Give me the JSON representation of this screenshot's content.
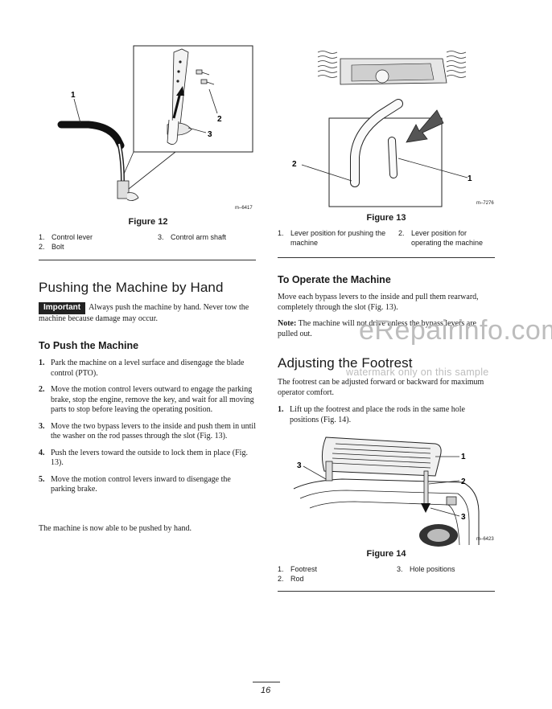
{
  "figure12": {
    "caption": "Figure 12",
    "ref": "m–6417",
    "callout_labels": [
      "1",
      "2",
      "3"
    ],
    "callouts": [
      {
        "num": "1.",
        "text": "Control lever"
      },
      {
        "num": "3.",
        "text": "Control arm shaft"
      },
      {
        "num": "2.",
        "text": "Bolt"
      }
    ]
  },
  "figure13": {
    "caption": "Figure 13",
    "ref": "m–7276",
    "callout_labels": [
      "2",
      "1"
    ],
    "callouts": [
      {
        "num": "1.",
        "text": "Lever position for pushing the machine"
      },
      {
        "num": "2.",
        "text": "Lever position for operating the machine"
      }
    ]
  },
  "figure14": {
    "caption": "Figure 14",
    "ref": "m–6423",
    "callout_labels": [
      "1",
      "2",
      "3",
      "3"
    ],
    "callouts": [
      {
        "num": "1.",
        "text": "Footrest"
      },
      {
        "num": "3.",
        "text": "Hole positions"
      },
      {
        "num": "2.",
        "text": "Rod"
      }
    ]
  },
  "left": {
    "section_title": "Pushing the Machine by Hand",
    "important_label": "Important",
    "important_text": "Always push the machine by hand. Never tow the machine because damage may occur.",
    "sub_title": "To Push the Machine",
    "steps": [
      {
        "n": "1.",
        "text": "Park the machine on a level surface and disengage the blade control (PTO)."
      },
      {
        "n": "2.",
        "text": "Move the motion control levers outward to engage the parking brake, stop the engine, remove the key, and wait for all moving parts to stop before leaving the operating position."
      },
      {
        "n": "3.",
        "text": "Move the two bypass levers to the inside and push them in until the washer on the rod passes through the slot (Fig. 13)."
      },
      {
        "n": "4.",
        "text": "Push the levers toward the outside to lock them in place (Fig. 13)."
      },
      {
        "n": "5.",
        "text": "Move the motion control levers inward to disengage the parking brake."
      }
    ],
    "closing": "The machine is now able to be pushed by hand."
  },
  "right": {
    "sub_title": "To Operate the Machine",
    "operate_text": "Move each bypass levers to the inside and pull them rearward, completely through the slot (Fig. 13).",
    "note_label": "Note:",
    "note_text": "The machine will not drive unless the bypass levers are pulled out.",
    "section_title": "Adjusting the Footrest",
    "footrest_text": "The footrest can be adjusted forward or backward for maximum operator comfort.",
    "steps": [
      {
        "n": "1.",
        "text": "Lift up the footrest and place the rods in the same hole positions (Fig. 14)."
      }
    ]
  },
  "watermark": {
    "brand": "eRepairinfo.com",
    "note": "watermark only on this sample"
  },
  "page_number": "16"
}
